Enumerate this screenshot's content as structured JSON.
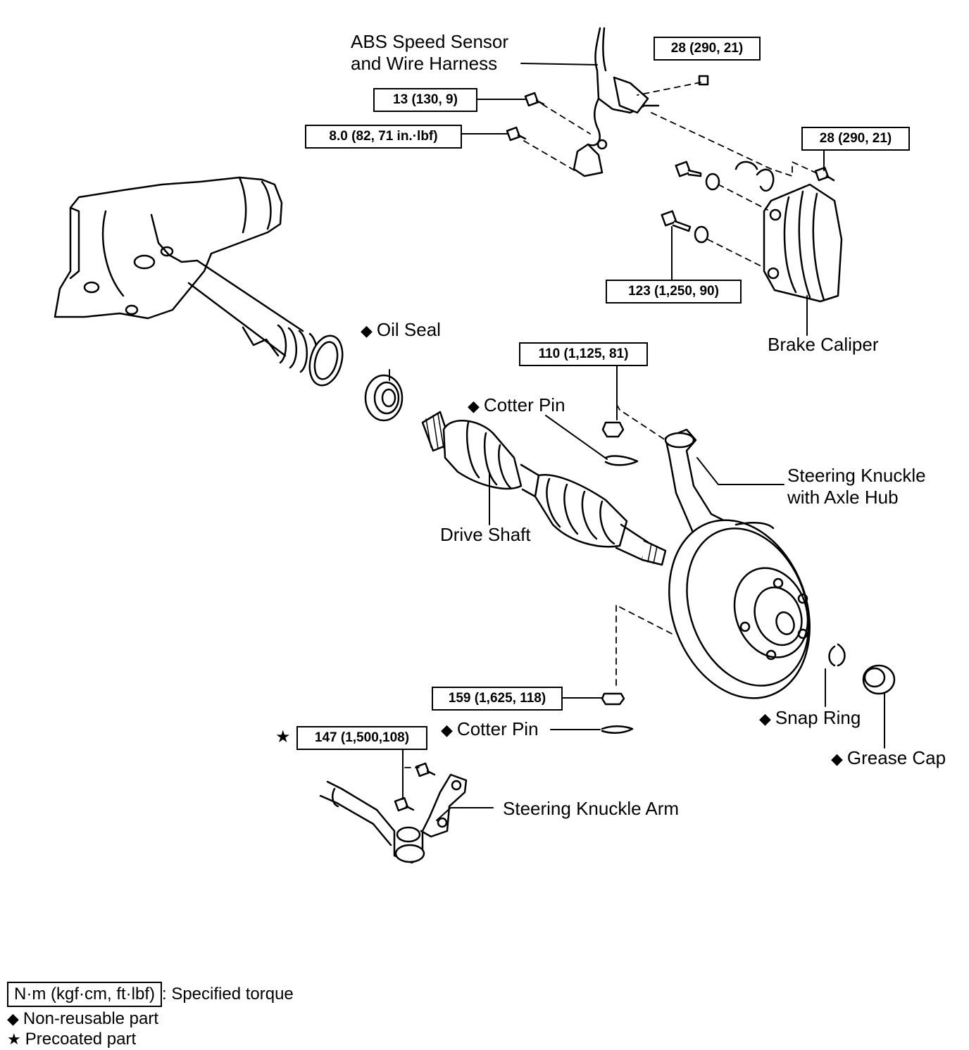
{
  "labels": {
    "abs_line1": "ABS Speed Sensor",
    "abs_line2": "and Wire Harness",
    "oil_seal": "Oil Seal",
    "cotter_pin_upper": "Cotter Pin",
    "cotter_pin_lower": "Cotter Pin",
    "drive_shaft": "Drive Shaft",
    "brake_caliper": "Brake Caliper",
    "knuckle_line1": "Steering Knuckle",
    "knuckle_line2": "with Axle Hub",
    "snap_ring": "Snap Ring",
    "grease_cap": "Grease Cap",
    "knuckle_arm": "Steering Knuckle Arm"
  },
  "torques": {
    "t_28_top": "28 (290, 21)",
    "t_13": "13 (130, 9)",
    "t_8": "8.0 (82, 71 in.·lbf)",
    "t_28_caliper": "28 (290, 21)",
    "t_123": "123 (1,250, 90)",
    "t_110": "110 (1,125, 81)",
    "t_159": "159 (1,625, 118)",
    "t_147": "147 (1,500,108)"
  },
  "marks": {
    "diamond": "◆",
    "star": "★"
  },
  "legend": {
    "box": "N·m (kgf·cm, ft·lbf)",
    "box_desc": ": Specified torque",
    "nonreusable": "Non-reusable part",
    "precoated": "Precoated part"
  }
}
